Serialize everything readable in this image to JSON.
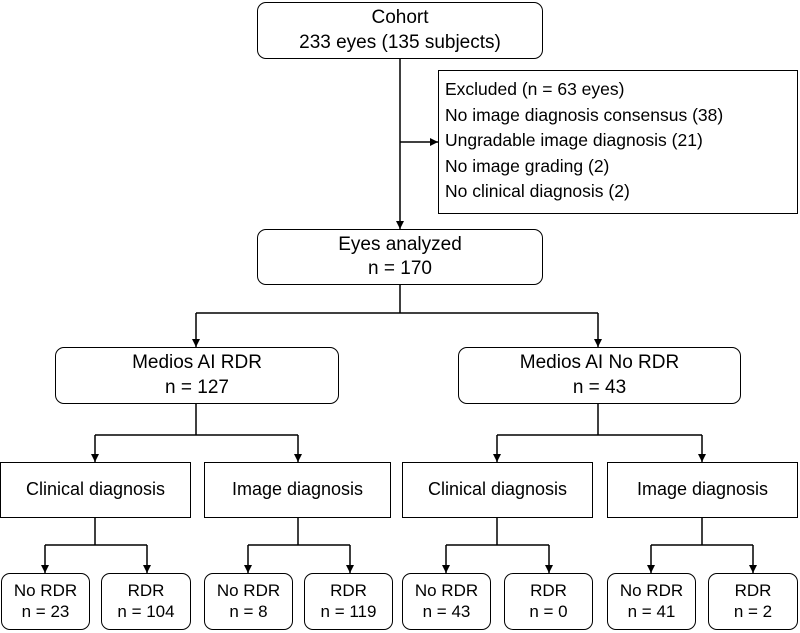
{
  "cohort": {
    "title": "Cohort",
    "detail": "233 eyes (135 subjects)"
  },
  "excluded": {
    "title": "Excluded (n = 63 eyes)",
    "reasons": [
      "No image diagnosis consensus (38)",
      "Ungradable image diagnosis (21)",
      "No image grading (2)",
      "No clinical diagnosis (2)"
    ]
  },
  "analyzed": {
    "title": "Eyes analyzed",
    "detail": "n = 170"
  },
  "groups": [
    {
      "title": "Medios AI RDR",
      "detail": "n = 127",
      "branches": [
        {
          "label": "Clinical diagnosis",
          "outcomes": [
            {
              "label": "No RDR",
              "n": "n = 23"
            },
            {
              "label": "RDR",
              "n": "n = 104"
            }
          ]
        },
        {
          "label": "Image diagnosis",
          "outcomes": [
            {
              "label": "No RDR",
              "n": "n = 8"
            },
            {
              "label": "RDR",
              "n": "n = 119"
            }
          ]
        }
      ]
    },
    {
      "title": "Medios AI No RDR",
      "detail": "n = 43",
      "branches": [
        {
          "label": "Clinical diagnosis",
          "outcomes": [
            {
              "label": "No RDR",
              "n": "n = 43"
            },
            {
              "label": "RDR",
              "n": "n = 0"
            }
          ]
        },
        {
          "label": "Image diagnosis",
          "outcomes": [
            {
              "label": "No RDR",
              "n": "n = 41"
            },
            {
              "label": "RDR",
              "n": "n = 2"
            }
          ]
        }
      ]
    }
  ]
}
